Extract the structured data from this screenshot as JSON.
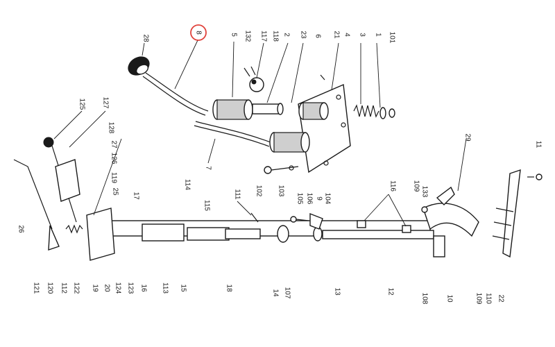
{
  "highlight": {
    "label": "8",
    "color": "#e0413a"
  },
  "callouts": [
    "28",
    "5",
    "132",
    "117",
    "118",
    "2",
    "23",
    "6",
    "21",
    "4",
    "3",
    "1",
    "101",
    "125",
    "127",
    "128",
    "27",
    "126",
    "119",
    "25",
    "17",
    "114",
    "115",
    "111",
    "105",
    "106",
    "9",
    "104",
    "116",
    "109",
    "133",
    "29",
    "11",
    "26",
    "121",
    "120",
    "112",
    "122",
    "19",
    "20",
    "124",
    "123",
    "16",
    "113",
    "15",
    "18",
    "14",
    "107",
    "13",
    "12",
    "108",
    "10",
    "109",
    "110",
    "22",
    "7",
    "102",
    "103"
  ]
}
